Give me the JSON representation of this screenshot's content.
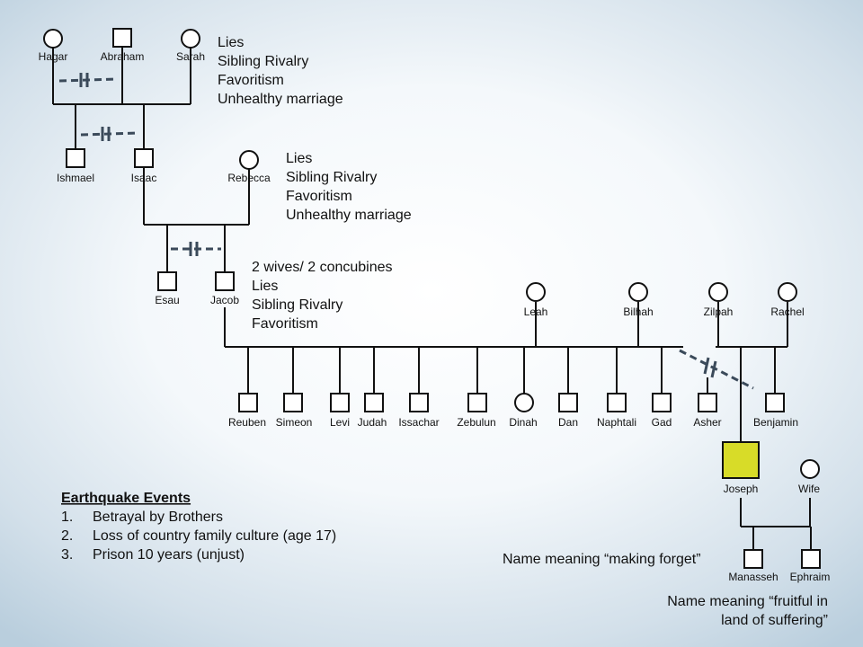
{
  "colors": {
    "highlight": "#d8dc28",
    "line": "#111111",
    "conflict": "#3b4a5a"
  },
  "people": {
    "hagar": "Hagar",
    "abraham": "Abraham",
    "sarah": "Sarah",
    "ishmael": "Ishmael",
    "isaac": "Isaac",
    "rebecca": "Rebecca",
    "esau": "Esau",
    "jacob": "Jacob",
    "leah": "Leah",
    "bilhah": "Bilhah",
    "zilpah": "Zilpah",
    "rachel": "Rachel",
    "reuben": "Reuben",
    "simeon": "Simeon",
    "levi": "Levi",
    "judah": "Judah",
    "issachar": "Issachar",
    "zebulun": "Zebulun",
    "dinah": "Dinah",
    "dan": "Dan",
    "naphtali": "Naphtali",
    "gad": "Gad",
    "asher": "Asher",
    "benjamin": "Benjamin",
    "joseph": "Joseph",
    "wife": "Wife",
    "manasseh": "Manasseh",
    "ephraim": "Ephraim"
  },
  "notes": {
    "gen1": [
      "Lies",
      "Sibling Rivalry",
      "Favoritism",
      "Unhealthy marriage"
    ],
    "gen2": [
      "Lies",
      "Sibling Rivalry",
      "Favoritism",
      "Unhealthy marriage"
    ],
    "gen3": [
      "2 wives/ 2 concubines",
      "Lies",
      "Sibling Rivalry",
      "Favoritism"
    ],
    "manasseh_meaning": "Name meaning “making forget”",
    "ephraim_meaning": [
      "Name meaning “fruitful in",
      "land of suffering”"
    ]
  },
  "events": {
    "heading": "Earthquake Events",
    "items": [
      {
        "num": "1.",
        "text": "Betrayal by Brothers"
      },
      {
        "num": "2.",
        "text": "Loss of country family culture (age 17)"
      },
      {
        "num": "3.",
        "text": "Prison 10 years (unjust)"
      }
    ]
  }
}
